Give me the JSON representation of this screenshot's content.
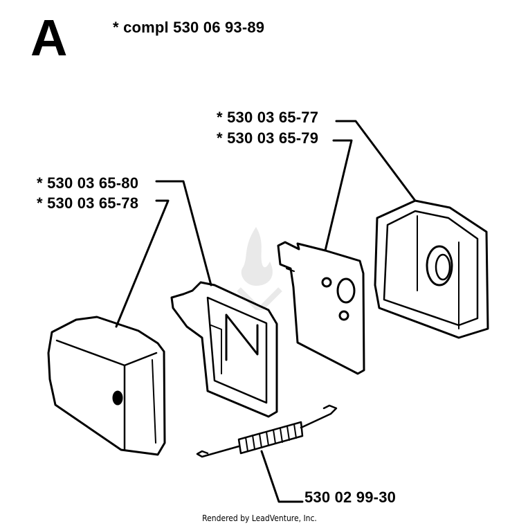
{
  "section_letter": "A",
  "compl_label": "* compl 530 06 93-89",
  "parts": [
    {
      "part_number": "*  530 03 65-77"
    },
    {
      "part_number": "*  530 03 65-79"
    },
    {
      "part_number": "*  530 03 65-80"
    },
    {
      "part_number": "*  530 03 65-78"
    },
    {
      "part_number": "530 02 99-30"
    }
  ],
  "footer": "Rendered by LeadVenture, Inc."
}
